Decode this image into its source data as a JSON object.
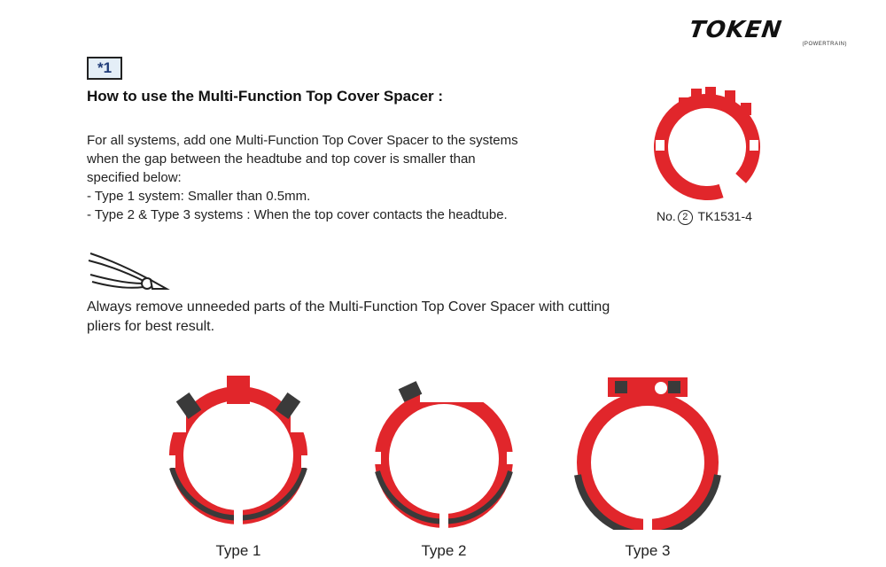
{
  "header": {
    "logo_text": "TOKEN",
    "logo_subtext": "(POWERTRAIN)"
  },
  "note": {
    "marker": "*1",
    "heading": "How to use the Multi-Function Top Cover Spacer :"
  },
  "instructions": {
    "lines": [
      "For all systems, add one Multi-Function Top Cover Spacer to the systems",
      "when the gap between the headtube and top cover is smaller than",
      "specified below:",
      "- Type 1 system: Smaller than 0.5mm.",
      "- Type 2 & Type 3 systems : When the top cover contacts the headtube."
    ],
    "pliers_line_1": "Always remove unneeded parts of the Multi-Function Top Cover Spacer with cutting",
    "pliers_line_2": "pliers for best result."
  },
  "part": {
    "prefix": "No.",
    "number": "2",
    "code": "TK1531-4"
  },
  "types": [
    {
      "label": "Type 1"
    },
    {
      "label": "Type 2"
    },
    {
      "label": "Type 3"
    }
  ],
  "colors": {
    "spacer_red": "#e1262b",
    "spacer_shadow": "#3a3a3a",
    "accent_box": "#e4eef7"
  }
}
